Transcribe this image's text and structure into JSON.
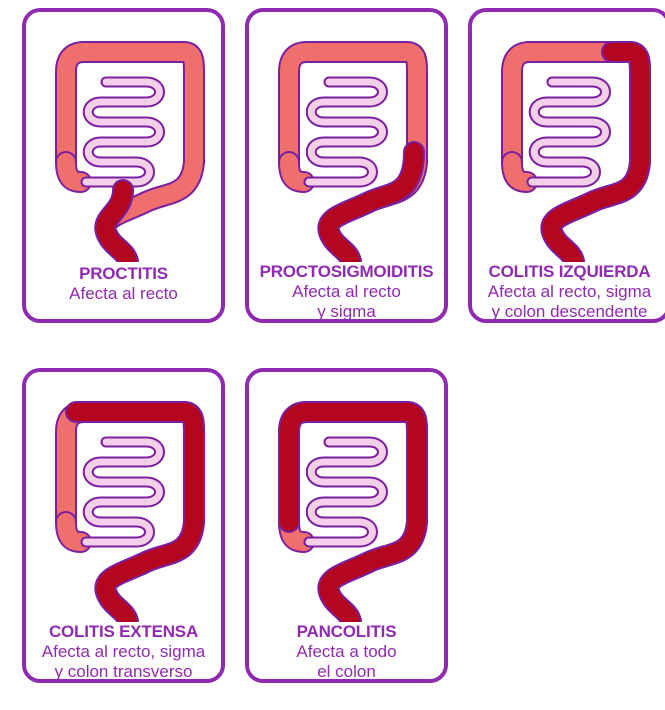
{
  "cards": [
    {
      "title": "PROCTITIS",
      "line1": "Afecta al recto",
      "line2": ""
    },
    {
      "title": "PROCTOSIGMOIDITIS",
      "line1": "Afecta al recto",
      "line2": "y sigma"
    },
    {
      "title": "COLITIS IZQUIERDA",
      "line1": "Afecta al recto, sigma",
      "line2": "y colon descendente"
    },
    {
      "title": "COLITIS EXTENSA",
      "line1": "Afecta al recto, sigma",
      "line2": "y colon transverso"
    },
    {
      "title": "PANCOLITIS",
      "line1": "Afecta a todo",
      "line2": "el colon"
    }
  ],
  "colors": {
    "border": "#8e2bb0",
    "healthy_colon": "#ef6e6e",
    "inflamed_colon": "#b5061f",
    "small_intestine": "#f4d0e8",
    "outline": "#7a1fa0"
  }
}
